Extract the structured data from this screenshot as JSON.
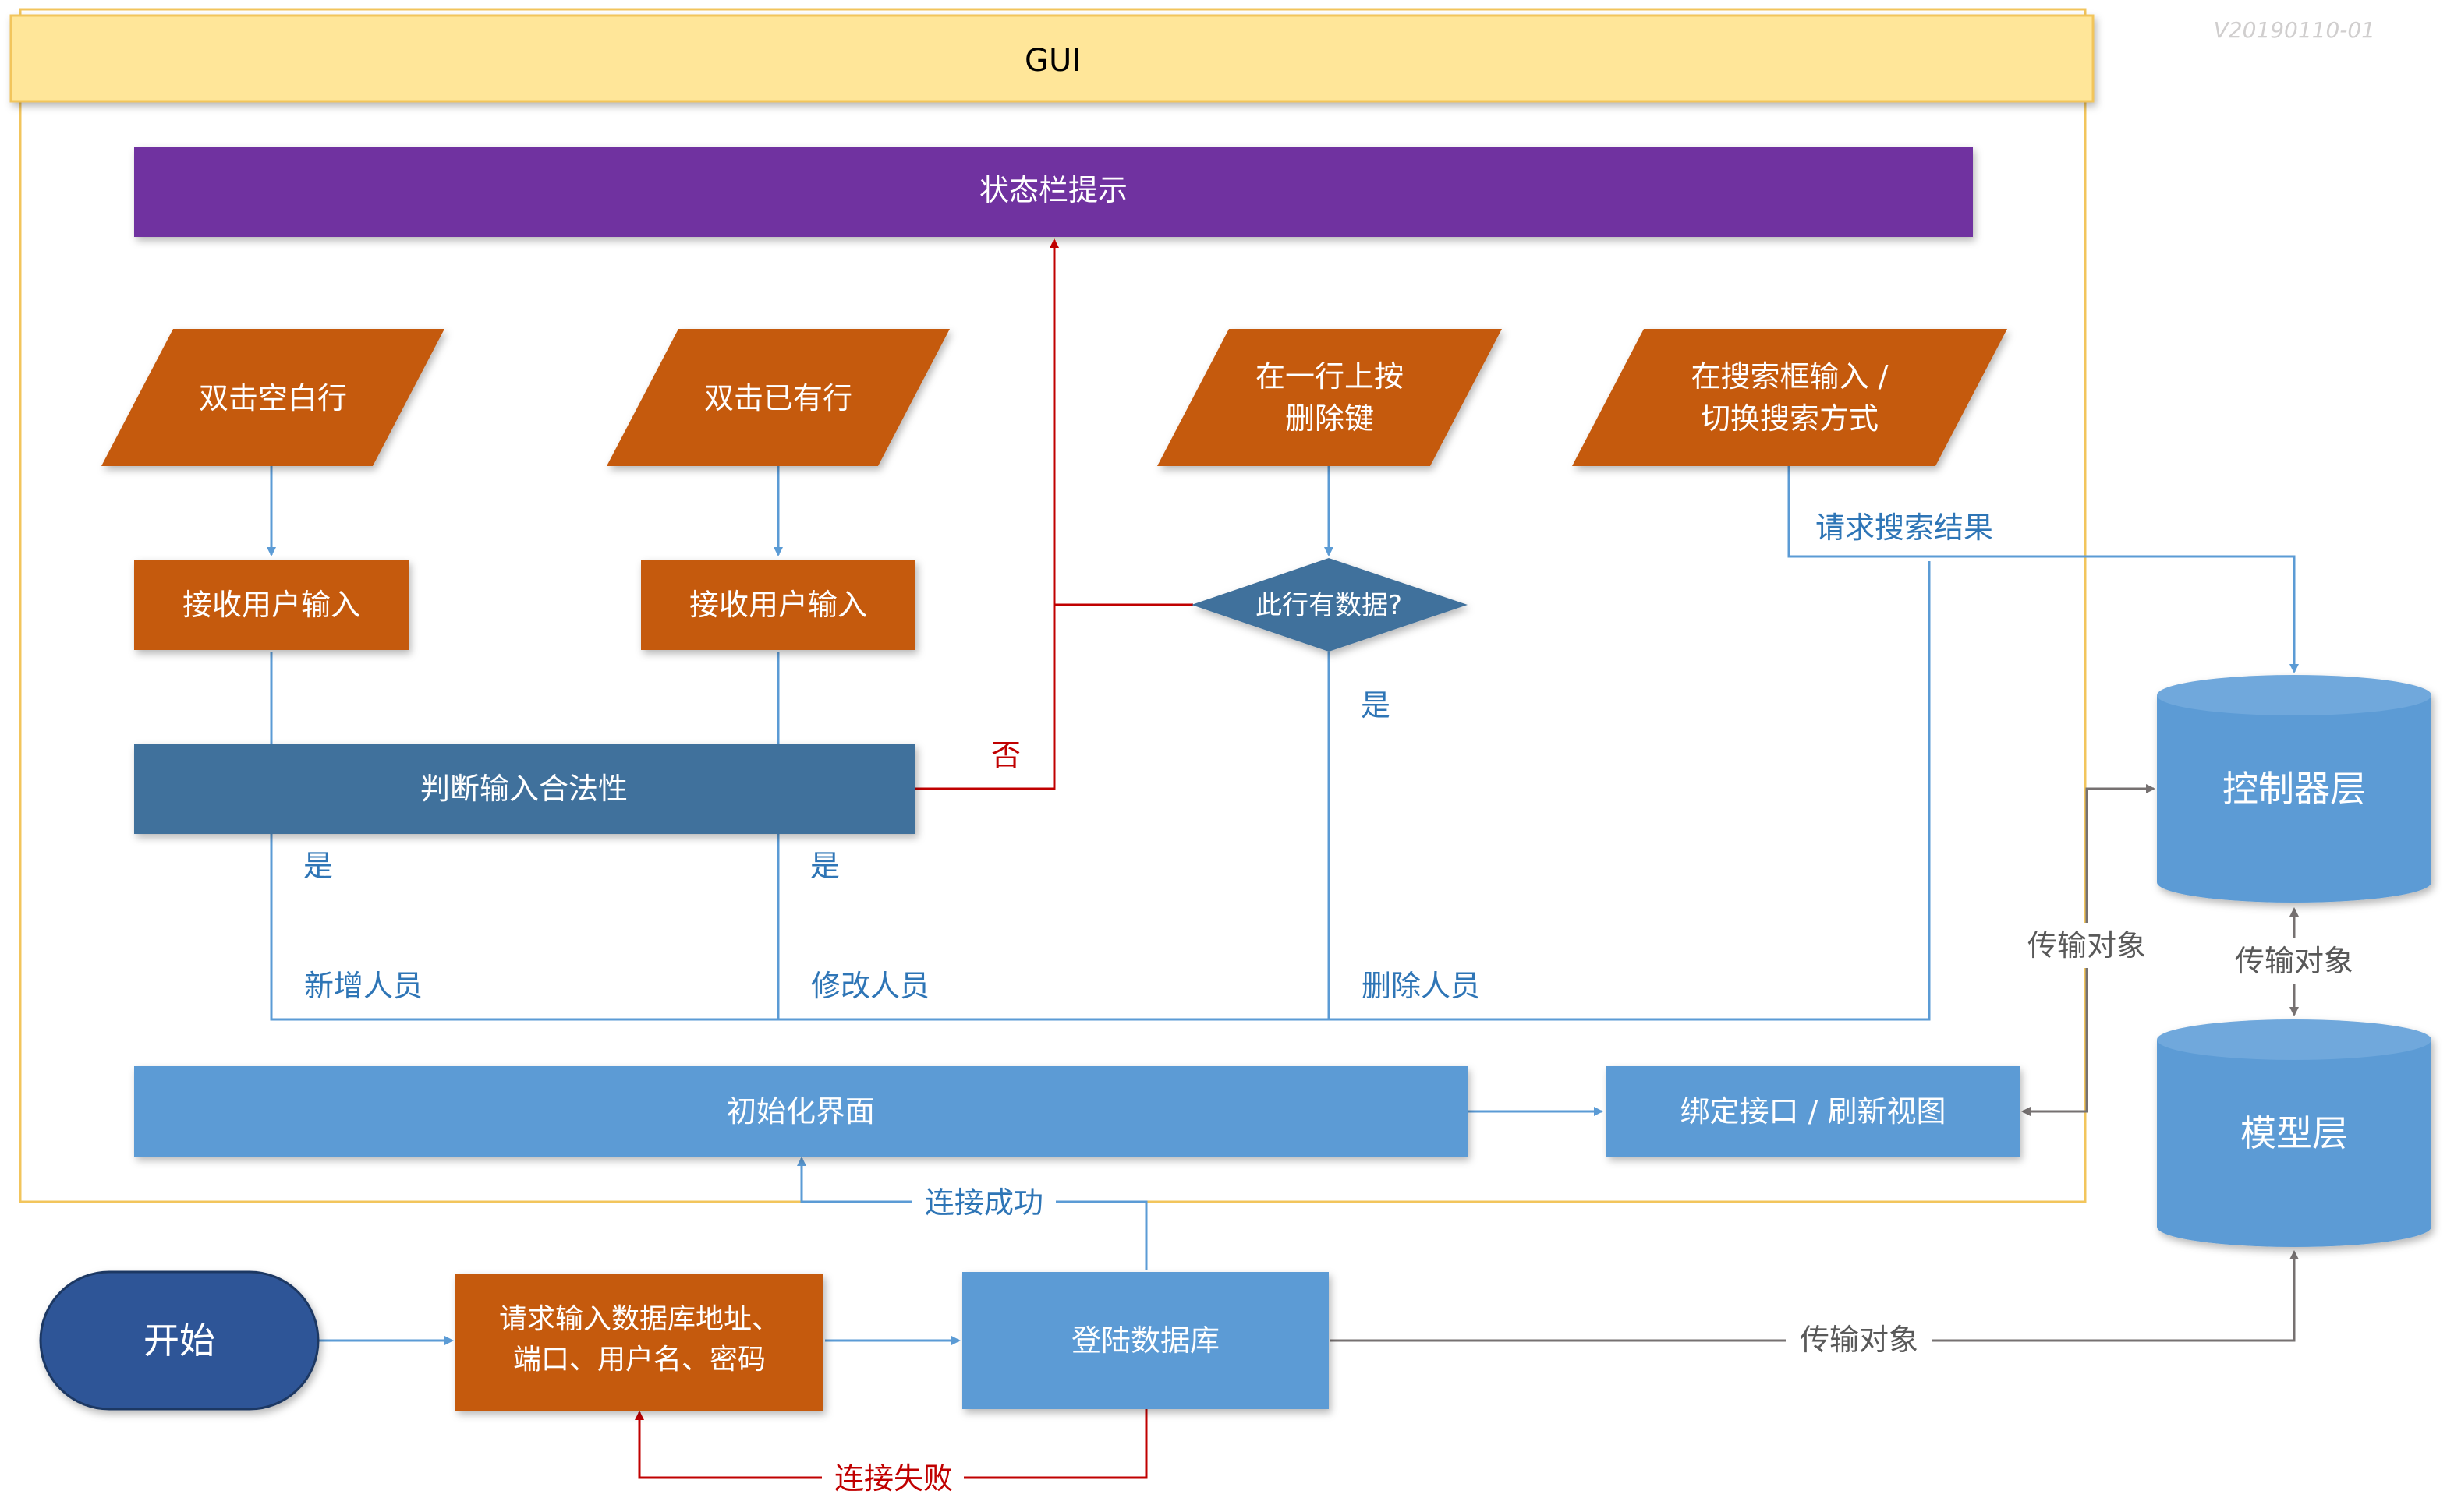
{
  "version": "V20190110-01",
  "gui_header": "GUI",
  "status_bar": "状态栏提示",
  "colors": {
    "gui_header_fill": "#FFE699",
    "gui_border": "#F2C55C",
    "purple": "#7030A0",
    "orange": "#C55A11",
    "steel_blue": "#41719C",
    "light_blue": "#5B9BD5",
    "dark_blue": "#2F5597",
    "red_line": "#C00000",
    "gray_line": "#767171",
    "blue_text": "#2E75B6"
  },
  "inputs": {
    "dbl_blank": "双击空白行",
    "dbl_existing": "双击已有行",
    "delete_l1": "在一行上按",
    "delete_l2": "删除键",
    "search_l1": "在搜索框输入 /",
    "search_l2": "切换搜索方式"
  },
  "process": {
    "receive_1": "接收用户输入",
    "receive_2": "接收用户输入",
    "validate": "判断输入合法性",
    "init_ui": "初始化界面",
    "bind": "绑定接口 / 刷新视图",
    "request_db": {
      "l1": "请求输入数据库地址、",
      "l2": "端口、用户名、密码"
    },
    "login_db": "登陆数据库"
  },
  "decision": {
    "has_data": "此行有数据?"
  },
  "start": "开始",
  "layers": {
    "controller": "控制器层",
    "model": "模型层"
  },
  "edge_labels": {
    "no": "否",
    "yes_1": "是",
    "yes_2": "是",
    "yes_3": "是",
    "add_person": "新增人员",
    "modify_person": "修改人员",
    "delete_person": "删除人员",
    "request_search": "请求搜索结果",
    "transfer_1": "传输对象",
    "transfer_2": "传输对象",
    "transfer_3": "传输对象",
    "connect_ok": "连接成功",
    "connect_fail": "连接失败"
  }
}
